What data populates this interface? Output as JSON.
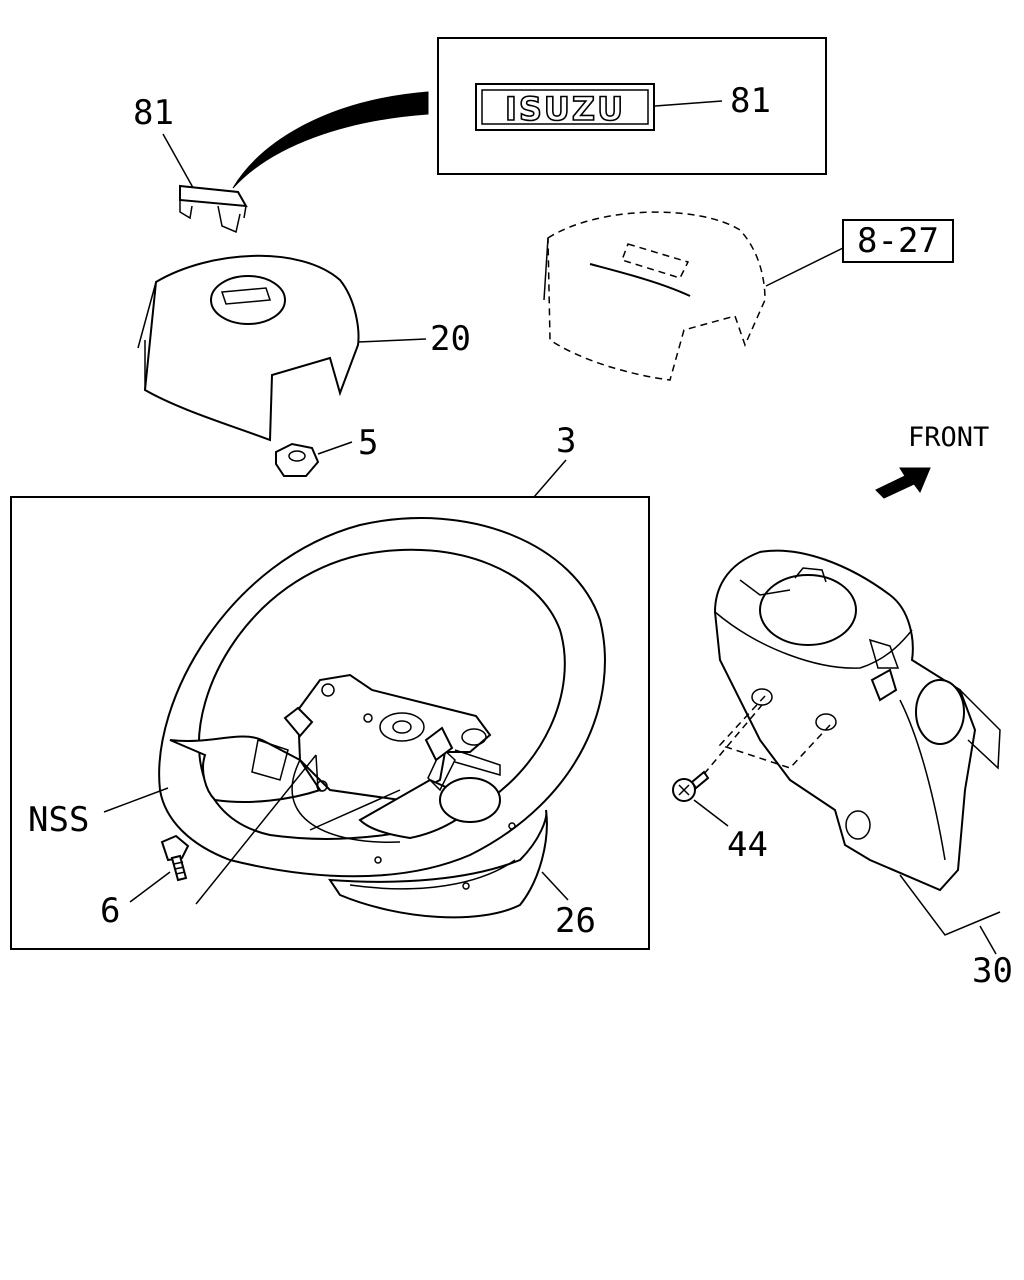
{
  "logo": {
    "text": "ISUZU"
  },
  "labels": {
    "emblem_top": "81",
    "emblem_inset": "81",
    "ref_box": "8-27",
    "cover": "20",
    "nut": "5",
    "wheel_assembly": "3",
    "front": "FRONT",
    "nss": "NSS",
    "bolt": "6",
    "lower_cover": "26",
    "screw": "44",
    "column_cover": "30"
  }
}
